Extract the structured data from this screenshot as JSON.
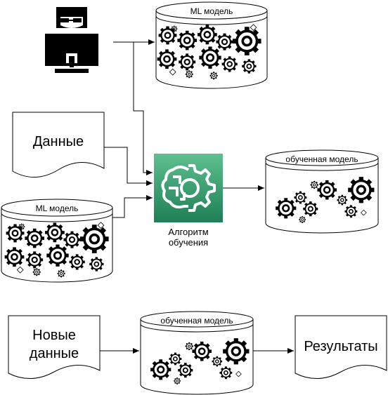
{
  "nodes": {
    "ml_model_top": {
      "label": "ML модель"
    },
    "data_doc": {
      "label": "Данные"
    },
    "algorithm": {
      "label_line1": "Алгоритм",
      "label_line2": "обучения"
    },
    "trained_model_right": {
      "label": "обученная модель"
    },
    "ml_model_left": {
      "label": "ML модель"
    },
    "new_data_doc": {
      "label_line1": "Новые",
      "label_line2": "данные"
    },
    "trained_model_bottom": {
      "label": "обученная модель"
    },
    "results_doc": {
      "label": "Результаты"
    }
  },
  "colors": {
    "algorithm_gradient_top": "#5fbf8f",
    "algorithm_gradient_bottom": "#1d7f55",
    "stroke": "#000000",
    "monitor": "#000000"
  },
  "icons": [
    "developer-icon",
    "gears-icon",
    "brain-gear-icon"
  ]
}
